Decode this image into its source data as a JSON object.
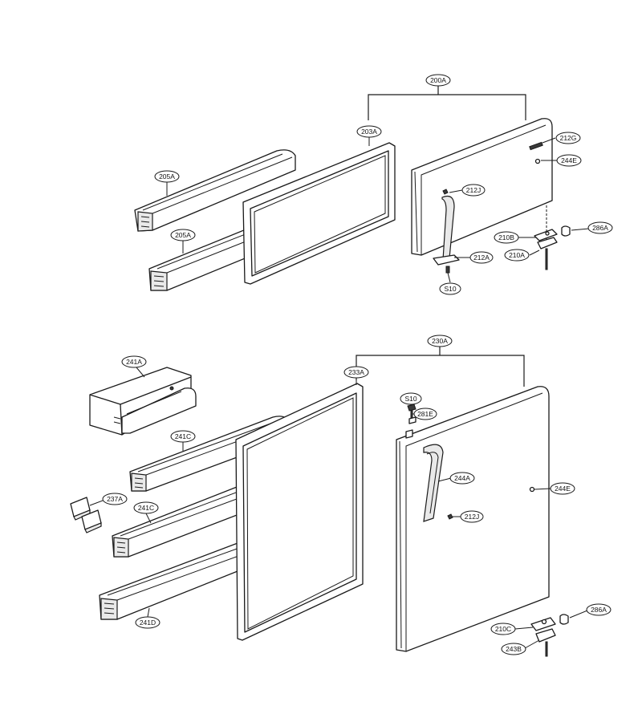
{
  "diagram": {
    "upper_door": {
      "assembly": "200A",
      "parts": {
        "gasket": "203A",
        "basket_a": "205A",
        "basket_b": "205A",
        "emblem": "212G",
        "cap": "244E",
        "handle_cap": "212J",
        "handle_base": "212A",
        "screw": "S10",
        "hinge_upper": "210B",
        "hinge_lower": "210A",
        "bushing": "286A"
      }
    },
    "lower_door": {
      "assembly": "230A",
      "parts": {
        "gasket": "233A",
        "dairy_case": "241A",
        "basket_c_top": "241C",
        "basket_c_mid": "241C",
        "basket_d": "241D",
        "clips": "237A",
        "screw": "S10",
        "screw_cap": "281E",
        "handle": "244A",
        "cap": "244E",
        "handle_cap": "212J",
        "hinge_upper": "210C",
        "hinge_lower": "243B",
        "bushing": "286A"
      }
    }
  }
}
